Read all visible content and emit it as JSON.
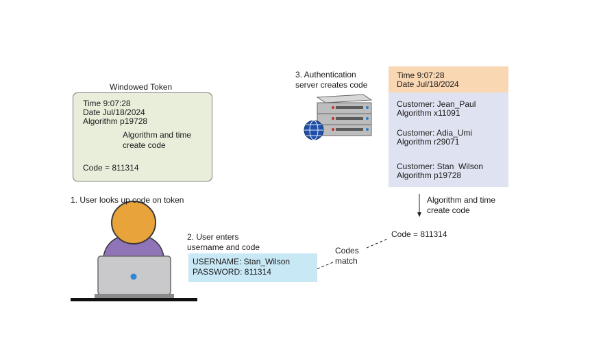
{
  "token": {
    "title": "Windowed Token",
    "time": "Time 9:07:28",
    "date": "Date Jul/18/2024",
    "algorithm": "Algorithm p19728",
    "note": "Algorithm and time\ncreate code",
    "code": "Code = 811314"
  },
  "steps": {
    "step1": "1. User looks up code on token",
    "step2": "2. User enters\nusername and code",
    "step3": "3. Authentication\nserver creates code"
  },
  "login": {
    "username": "USERNAME: Stan_Wilson",
    "password": "PASSWORD: 811314"
  },
  "codes_match": "Codes\nmatch",
  "server": {
    "time": "Time 9:07:28",
    "date": "Date Jul/18/2024",
    "customers": [
      {
        "name": "Customer: Jean_Paul",
        "algorithm": "Algorithm x11091"
      },
      {
        "name": "Customer: Adia_Umi",
        "algorithm": "Algorithm r29071"
      },
      {
        "name": "Customer: Stan  Wilson",
        "algorithm": "Algorithm p19728"
      }
    ],
    "note": "Algorithm and time\ncreate code",
    "code": "Code = 811314"
  },
  "colors": {
    "token_bg": "#e9eedb",
    "login_bg": "#c9e8f6",
    "server_header_bg": "#f9d7b3",
    "server_body_bg": "#dfe2f0",
    "user_head": "#e8a33a",
    "user_body": "#8f74b8"
  }
}
